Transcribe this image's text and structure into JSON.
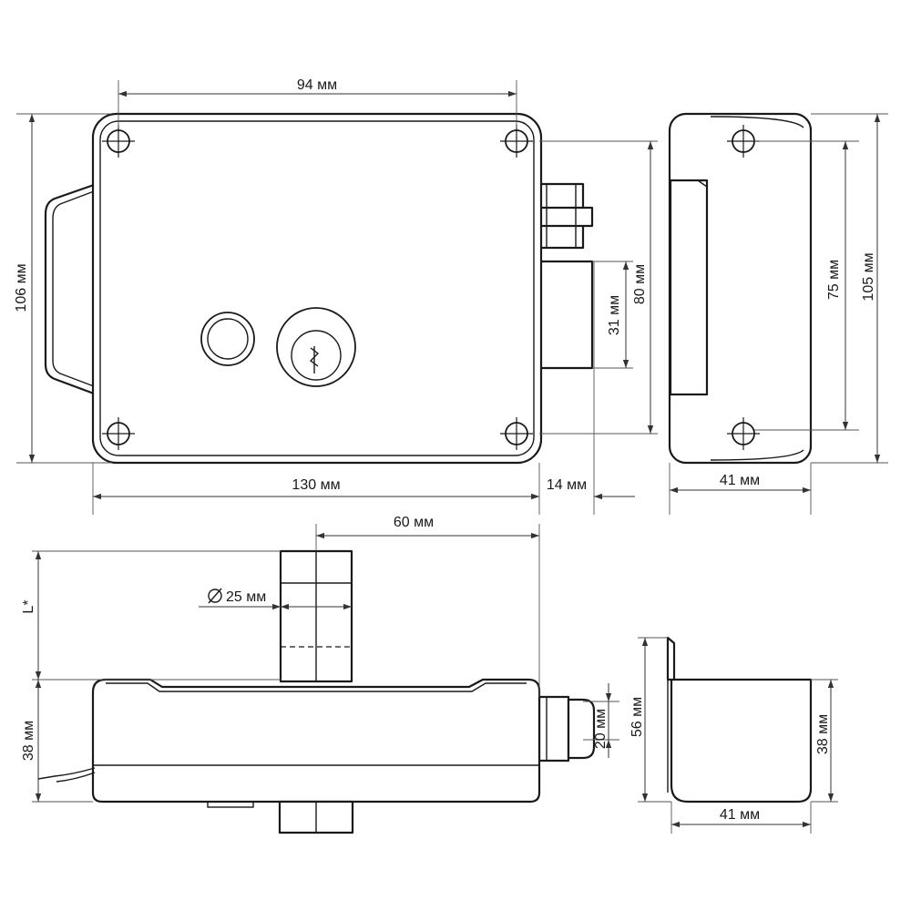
{
  "dimensions": {
    "front_top_width": "94 мм",
    "front_height": "106 мм",
    "front_width": "130 мм",
    "bolt_projection": "14 мм",
    "bolt_height": "31 мм",
    "keeper_holes_span": "80 мм",
    "side_width": "41 мм",
    "side_holes_span": "75 мм",
    "side_height": "105 мм",
    "cylinder_offset": "60 мм",
    "cylinder_diameter": "25 мм",
    "cylinder_length": "L*",
    "body_depth": "38 мм",
    "bolt_depth": "20 мм",
    "keeper_height": "56 мм",
    "keeper_depth": "38 мм",
    "keeper_width": "41 мм"
  }
}
